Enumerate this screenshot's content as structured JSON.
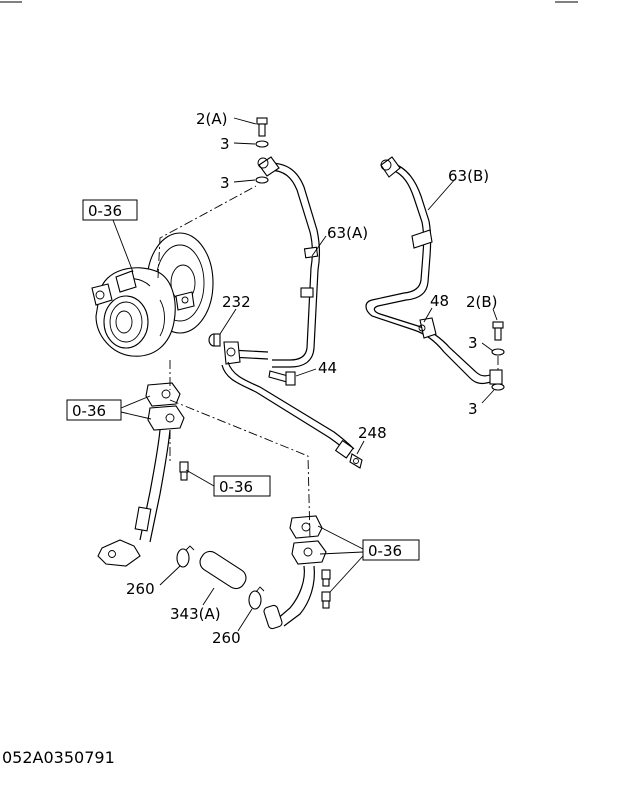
{
  "drawing_code": "052A0350791",
  "callouts": {
    "bolt_a": "2(A)",
    "washer_a1": "3",
    "washer_a2": "3",
    "pipe_a": "63(A)",
    "pipe_b": "63(B)",
    "plug": "232",
    "clip": "48",
    "bolt_b": "2(B)",
    "washer_b1": "3",
    "washer_b2": "3",
    "bolt_44": "44",
    "fitting": "248",
    "clamp_1": "260",
    "hose": "343(A)",
    "clamp_2": "260"
  },
  "ref_boxes": {
    "turbo_ref": "0-36",
    "gasket_ref": "0-36",
    "bolt_ref": "0-36",
    "return_ref": "0-36"
  }
}
